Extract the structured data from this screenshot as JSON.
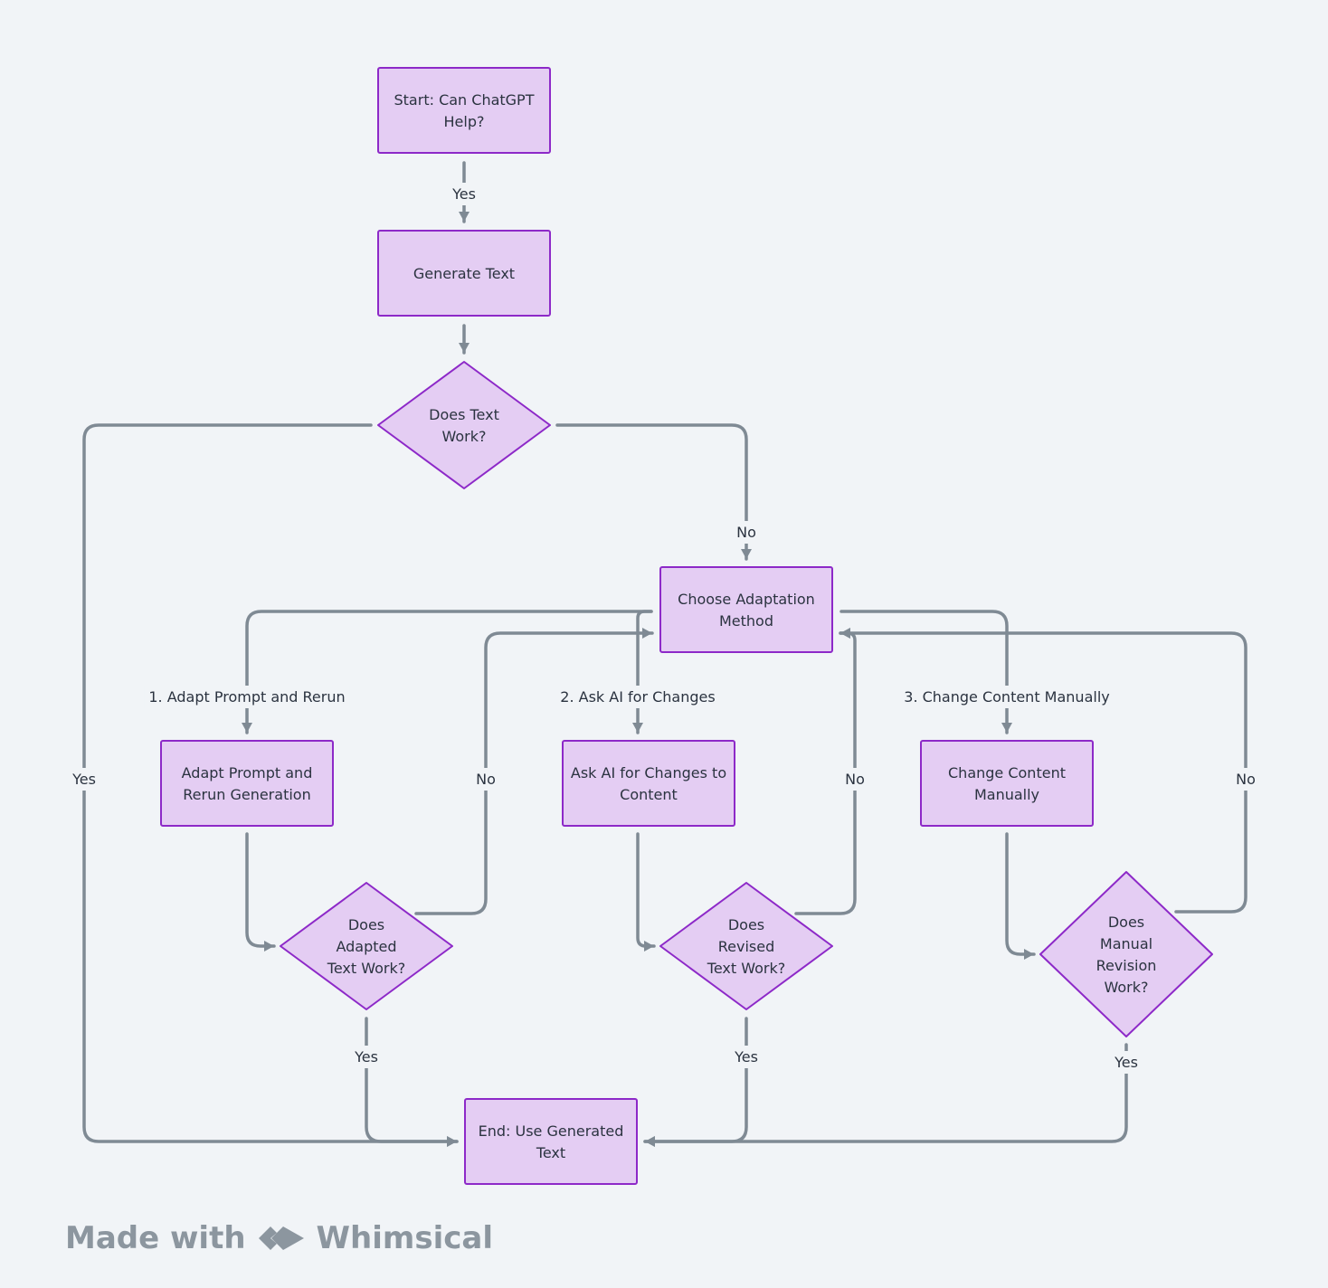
{
  "colors": {
    "background": "#f1f4f7",
    "node_fill": "#e4cdf3",
    "node_stroke": "#8d29c8",
    "edge": "#7f8a94",
    "text": "#2b3340",
    "watermark": "#8c969f"
  },
  "nodes": [
    {
      "id": "start",
      "shape": "rect",
      "lines": [
        "Start: Can ChatGPT",
        "Help?"
      ]
    },
    {
      "id": "generate",
      "shape": "rect",
      "lines": [
        "Generate Text"
      ]
    },
    {
      "id": "does_text_work",
      "shape": "diamond",
      "lines": [
        "Does Text",
        "Work?"
      ]
    },
    {
      "id": "choose",
      "shape": "rect",
      "lines": [
        "Choose Adaptation",
        "Method"
      ]
    },
    {
      "id": "adapt",
      "shape": "rect",
      "lines": [
        "Adapt Prompt and",
        "Rerun Generation"
      ]
    },
    {
      "id": "ask_ai",
      "shape": "rect",
      "lines": [
        "Ask AI for Changes to",
        "Content"
      ]
    },
    {
      "id": "manual",
      "shape": "rect",
      "lines": [
        "Change Content",
        "Manually"
      ]
    },
    {
      "id": "adapted_work",
      "shape": "diamond",
      "lines": [
        "Does",
        "Adapted",
        "Text Work?"
      ]
    },
    {
      "id": "revised_work",
      "shape": "diamond",
      "lines": [
        "Does",
        "Revised",
        "Text Work?"
      ]
    },
    {
      "id": "manual_work",
      "shape": "diamond",
      "lines": [
        "Does",
        "Manual",
        "Revision",
        "Work?"
      ]
    },
    {
      "id": "end",
      "shape": "rect",
      "lines": [
        "End: Use Generated",
        "Text"
      ]
    }
  ],
  "edges": [
    {
      "id": "start_to_generate",
      "from": "start",
      "to": "generate",
      "label": "Yes"
    },
    {
      "id": "generate_to_check",
      "from": "generate",
      "to": "does_text_work",
      "label": ""
    },
    {
      "id": "check_yes",
      "from": "does_text_work",
      "to": "end",
      "label": "Yes"
    },
    {
      "id": "check_no",
      "from": "does_text_work",
      "to": "choose",
      "label": "No"
    },
    {
      "id": "choose_option1",
      "from": "choose",
      "to": "adapt",
      "label": "1. Adapt Prompt and Rerun"
    },
    {
      "id": "choose_option2",
      "from": "choose",
      "to": "ask_ai",
      "label": "2. Ask AI for Changes"
    },
    {
      "id": "choose_option3",
      "from": "choose",
      "to": "manual",
      "label": "3. Change Content Manually"
    },
    {
      "id": "adapt_to_check",
      "from": "adapt",
      "to": "adapted_work",
      "label": ""
    },
    {
      "id": "ask_to_check",
      "from": "ask_ai",
      "to": "revised_work",
      "label": ""
    },
    {
      "id": "manual_to_check",
      "from": "manual",
      "to": "manual_work",
      "label": ""
    },
    {
      "id": "adapted_no",
      "from": "adapted_work",
      "to": "choose",
      "label": "No"
    },
    {
      "id": "revised_no",
      "from": "revised_work",
      "to": "choose",
      "label": "No"
    },
    {
      "id": "manual_no",
      "from": "manual_work",
      "to": "choose",
      "label": "No"
    },
    {
      "id": "adapted_yes",
      "from": "adapted_work",
      "to": "end",
      "label": "Yes"
    },
    {
      "id": "revised_yes",
      "from": "revised_work",
      "to": "end",
      "label": "Yes"
    },
    {
      "id": "manual_yes",
      "from": "manual_work",
      "to": "end",
      "label": "Yes"
    }
  ],
  "watermark": {
    "prefix": "Made with",
    "brand": "Whimsical",
    "logo_icon": "whimsical-logo-icon"
  }
}
